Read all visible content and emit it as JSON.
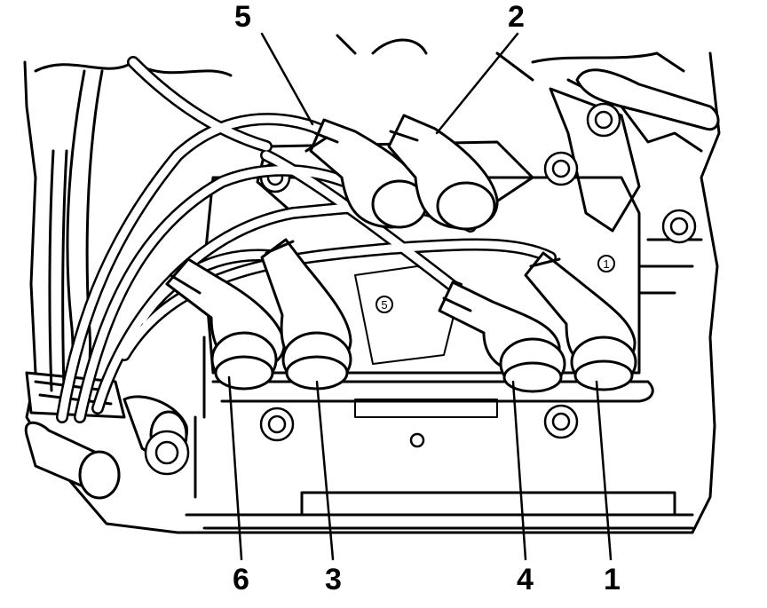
{
  "callouts": {
    "top": [
      "5",
      "2"
    ],
    "bottom": [
      "6",
      "3",
      "4",
      "1"
    ]
  },
  "casting_marks": {
    "coil_mark_right": "1",
    "coil_mark_center": "5"
  },
  "colors": {
    "line": "#000000",
    "fill": "#ffffff"
  }
}
